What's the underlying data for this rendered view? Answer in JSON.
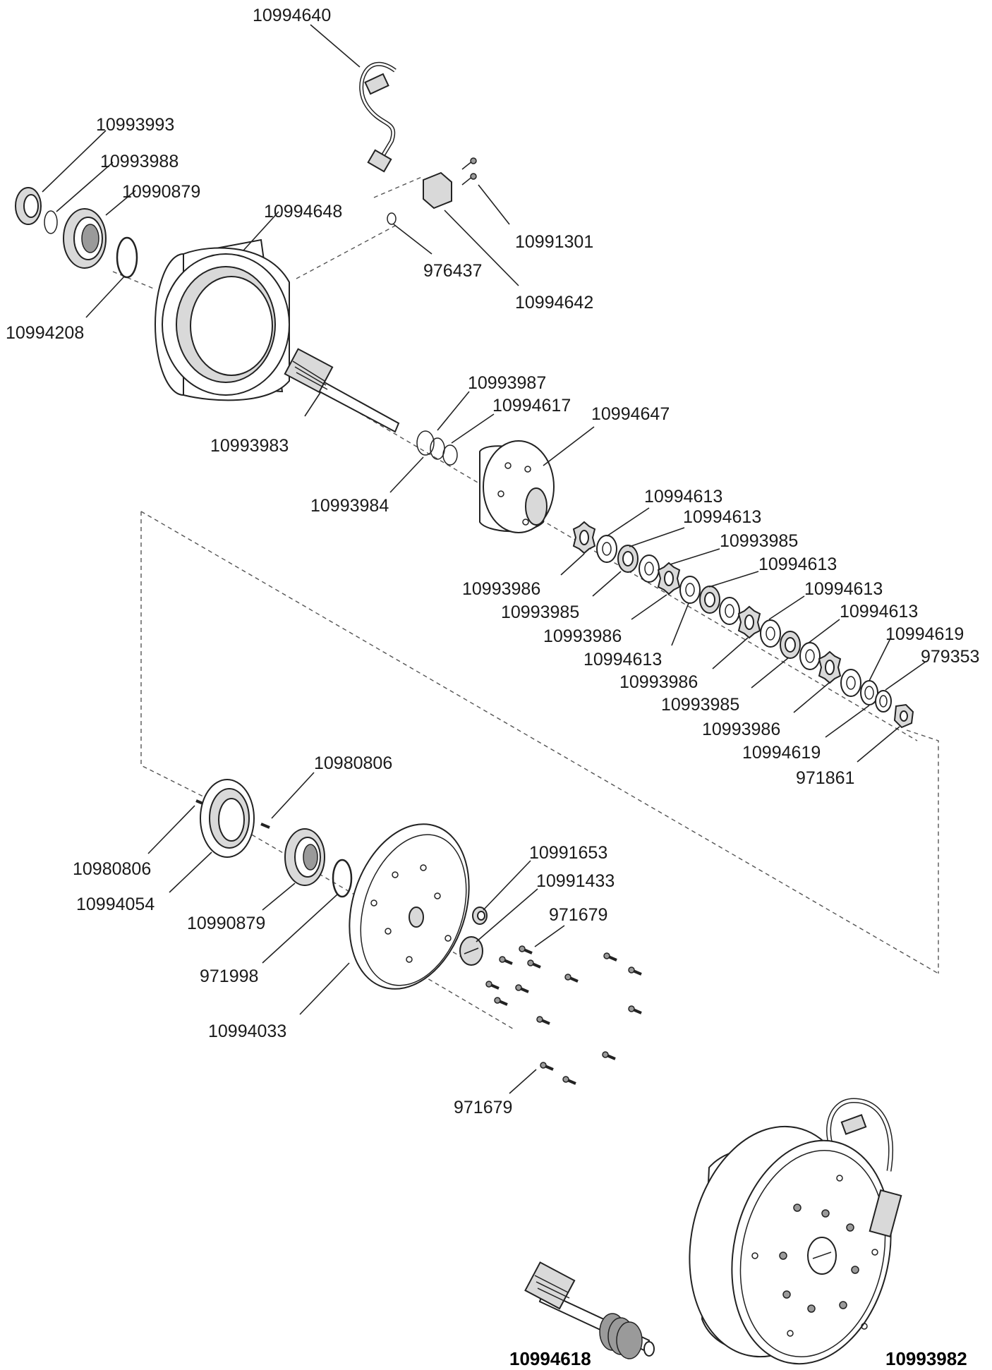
{
  "diagram": {
    "part_labels": [
      "10994640",
      "10993993",
      "10993988",
      "10990879",
      "10994648",
      "10991301",
      "976437",
      "10994642",
      "10994208",
      "10993987",
      "10994617",
      "10994647",
      "10993983",
      "10993984",
      "10994613",
      "10994613",
      "10993985",
      "10994613",
      "10994613",
      "10994613",
      "10993986",
      "10993985",
      "10993986",
      "10994613",
      "10993986",
      "10993985",
      "10993986",
      "10994619",
      "979353",
      "10994619",
      "971861",
      "10980806",
      "10980806",
      "10994054",
      "10990879",
      "971998",
      "10994033",
      "10991653",
      "10991433",
      "971679",
      "971679"
    ],
    "assemblies": [
      {
        "label": "10994618"
      },
      {
        "label": "10993982"
      }
    ]
  }
}
